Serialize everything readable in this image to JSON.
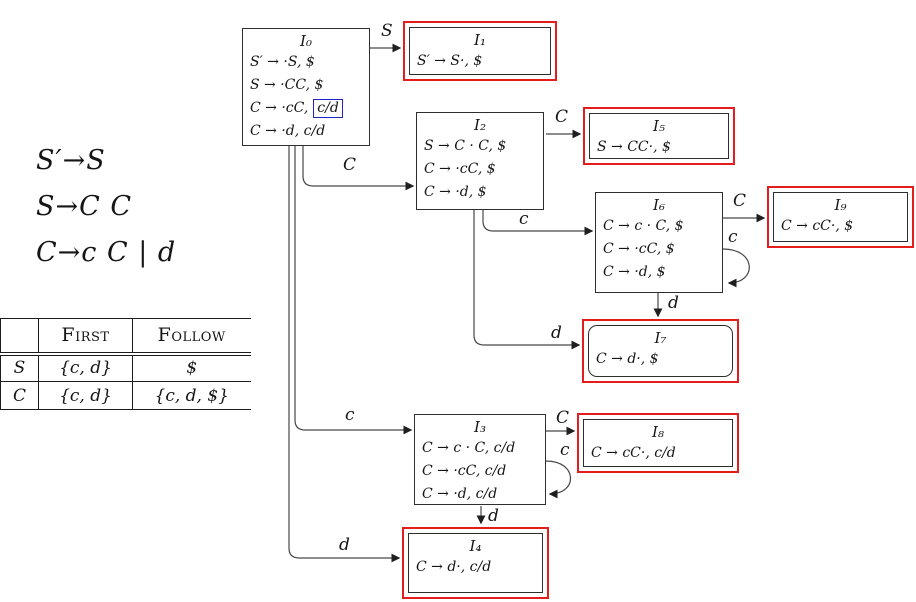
{
  "grammar": {
    "rules": [
      "S′→S",
      "S→C C",
      "C→c C | d"
    ]
  },
  "table": {
    "headers": {
      "symbol": "",
      "first": "First",
      "follow": "Follow"
    },
    "rows": [
      {
        "symbol": "S",
        "first": "{c, d}",
        "follow": "$"
      },
      {
        "symbol": "C",
        "first": "{c, d}",
        "follow": "{c, d, $}"
      }
    ]
  },
  "automaton": {
    "states": {
      "I0": {
        "title": "I₀",
        "items": [
          "S′ → ·S, $",
          "S → ·CC, $",
          "C → ·d, c/d"
        ],
        "boxed_item": {
          "prefix": "C → ·cC,",
          "boxed": "c/d"
        }
      },
      "I1": {
        "title": "I₁",
        "items": [
          "S′ → S·, $"
        ]
      },
      "I2": {
        "title": "I₂",
        "items": [
          "S → C · C, $",
          "C → ·cC, $",
          "C → ·d, $"
        ]
      },
      "I3": {
        "title": "I₃",
        "items": [
          "C → c · C, c/d",
          "C → ·cC, c/d",
          "C → ·d, c/d"
        ]
      },
      "I4": {
        "title": "I₄",
        "items": [
          "C → d·, c/d"
        ]
      },
      "I5": {
        "title": "I₅",
        "items": [
          "S → CC·, $"
        ]
      },
      "I6": {
        "title": "I₆",
        "items": [
          "C → c · C, $",
          "C → ·cC, $",
          "C → ·d, $"
        ]
      },
      "I7": {
        "title": "I₇",
        "items": [
          "C → d·, $"
        ]
      },
      "I8": {
        "title": "I₈",
        "items": [
          "C → cC·, c/d"
        ]
      },
      "I9": {
        "title": "I₉",
        "items": [
          "C → cC·, $"
        ]
      }
    },
    "edges": {
      "i0_i1": "S",
      "i0_i2": "C",
      "i0_i3": "c",
      "i0_i4": "d",
      "i2_i5": "C",
      "i2_i6": "c",
      "i2_i7": "d",
      "i6_i9": "C",
      "i6_loop": "c",
      "i6_i7": "d",
      "i3_i8": "C",
      "i3_loop": "c",
      "i3_i4": "d"
    }
  },
  "colors": {
    "highlight_red": "#e41c1c",
    "highlight_blue": "#2121cc"
  }
}
